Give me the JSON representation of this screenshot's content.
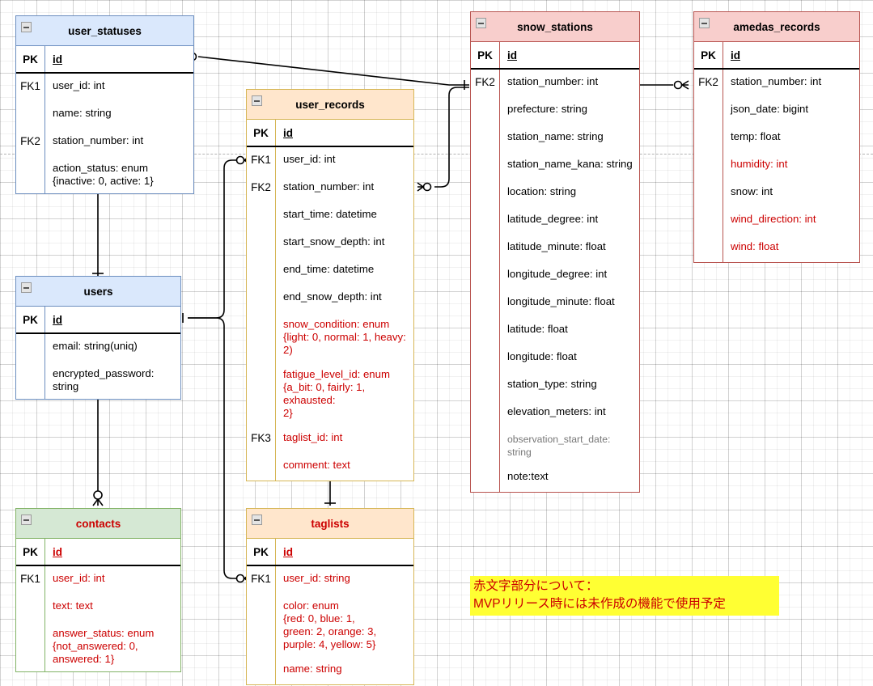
{
  "diagram": {
    "type": "er-diagram",
    "title": "",
    "colors": {
      "blue_fill": "#dae8fc",
      "blue_stroke": "#6c8ebf",
      "orange_fill": "#ffe6cc",
      "orange_stroke": "#d6b656",
      "red_fill": "#f8cecc",
      "red_stroke": "#b85450",
      "green_fill": "#d5e8d4",
      "green_stroke": "#82b366",
      "note_fill": "#ffff33",
      "note_text": "#cc0000",
      "attr_red": "#cc0000",
      "attr_muted": "#777777"
    }
  },
  "entities": [
    {
      "id": "user_statuses",
      "name": "user_statuses",
      "color": "blue",
      "pk_label": "PK",
      "pk_field": "id",
      "attributes": [
        {
          "key": "FK1",
          "text": "user_id: int",
          "style": "normal"
        },
        {
          "key": "",
          "text": "name: string",
          "style": "normal"
        },
        {
          "key": "FK2",
          "text": "station_number: int",
          "style": "normal"
        },
        {
          "key": "",
          "text": "action_status: enum\n{inactive: 0, active: 1}",
          "style": "normal"
        }
      ]
    },
    {
      "id": "users",
      "name": "users",
      "color": "blue",
      "pk_label": "PK",
      "pk_field": "id",
      "attributes": [
        {
          "key": "",
          "text": "email: string(uniq)",
          "style": "normal"
        },
        {
          "key": "",
          "text": "encrypted_password: string",
          "style": "normal"
        }
      ]
    },
    {
      "id": "contacts",
      "name": "contacts",
      "color": "green",
      "title_red": true,
      "pk_label": "PK",
      "pk_field": "id",
      "pk_red": true,
      "attributes": [
        {
          "key": "FK1",
          "text": "user_id: int",
          "style": "red"
        },
        {
          "key": "",
          "text": "text: text",
          "style": "red"
        },
        {
          "key": "",
          "text": "answer_status: enum\n{not_answered: 0,\nanswered: 1}",
          "style": "red"
        }
      ]
    },
    {
      "id": "user_records",
      "name": "user_records",
      "color": "orange",
      "pk_label": "PK",
      "pk_field": "id",
      "attributes": [
        {
          "key": "FK1",
          "text": "user_id: int",
          "style": "normal"
        },
        {
          "key": "FK2",
          "text": "station_number: int",
          "style": "normal"
        },
        {
          "key": "",
          "text": "start_time: datetime",
          "style": "normal"
        },
        {
          "key": "",
          "text": "start_snow_depth: int",
          "style": "normal"
        },
        {
          "key": "",
          "text": "end_time: datetime",
          "style": "normal"
        },
        {
          "key": "",
          "text": "end_snow_depth: int",
          "style": "normal"
        },
        {
          "key": "",
          "text": "snow_condition: enum\n{light: 0, normal: 1, heavy: 2)",
          "style": "red"
        },
        {
          "key": "",
          "text": "fatigue_level_id: enum\n{a_bit: 0, fairly: 1, exhausted:\n2}",
          "style": "red"
        },
        {
          "key": "FK3",
          "text": "taglist_id: int",
          "style": "red"
        },
        {
          "key": "",
          "text": "comment: text",
          "style": "red"
        }
      ]
    },
    {
      "id": "taglists",
      "name": "taglists",
      "color": "orange",
      "title_red": true,
      "pk_label": "PK",
      "pk_field": "id",
      "pk_red": true,
      "attributes": [
        {
          "key": "FK1",
          "text": "user_id: string",
          "style": "red"
        },
        {
          "key": "",
          "text": "color: enum\n{red: 0, blue: 1,\ngreen: 2, orange: 3,\npurple: 4, yellow: 5}",
          "style": "red"
        },
        {
          "key": "",
          "text": "name: string",
          "style": "red"
        }
      ]
    },
    {
      "id": "snow_stations",
      "name": "snow_stations",
      "color": "red",
      "pk_label": "PK",
      "pk_field": "id",
      "attributes": [
        {
          "key": "FK2",
          "text": "station_number: int",
          "style": "normal"
        },
        {
          "key": "",
          "text": "prefecture: string",
          "style": "normal"
        },
        {
          "key": "",
          "text": "station_name: string",
          "style": "normal"
        },
        {
          "key": "",
          "text": "station_name_kana: string",
          "style": "normal"
        },
        {
          "key": "",
          "text": "location: string",
          "style": "normal"
        },
        {
          "key": "",
          "text": "latitude_degree: int",
          "style": "normal"
        },
        {
          "key": "",
          "text": "latitude_minute: float",
          "style": "normal"
        },
        {
          "key": "",
          "text": "longitude_degree: int",
          "style": "normal"
        },
        {
          "key": "",
          "text": "longitude_minute: float",
          "style": "normal"
        },
        {
          "key": "",
          "text": "latitude: float",
          "style": "normal"
        },
        {
          "key": "",
          "text": "longitude: float",
          "style": "normal"
        },
        {
          "key": "",
          "text": "station_type: string",
          "style": "normal"
        },
        {
          "key": "",
          "text": "elevation_meters: int",
          "style": "normal"
        },
        {
          "key": "",
          "text": "observation_start_date:\nstring",
          "style": "muted"
        },
        {
          "key": "",
          "text": "note:text",
          "style": "normal"
        }
      ]
    },
    {
      "id": "amedas_records",
      "name": "amedas_records",
      "color": "red",
      "pk_label": "PK",
      "pk_field": "id",
      "attributes": [
        {
          "key": "FK2",
          "text": "station_number: int",
          "style": "normal"
        },
        {
          "key": "",
          "text": "json_date: bigint",
          "style": "normal"
        },
        {
          "key": "",
          "text": "temp: float",
          "style": "normal"
        },
        {
          "key": "",
          "text": "humidity: int",
          "style": "red"
        },
        {
          "key": "",
          "text": "snow: int",
          "style": "normal"
        },
        {
          "key": "",
          "text": "wind_direction: int",
          "style": "red"
        },
        {
          "key": "",
          "text": "wind: float",
          "style": "red"
        }
      ]
    }
  ],
  "relationships": [
    {
      "from": "user_statuses.id",
      "to": "snow_stations.station_number",
      "from_card": "zero-or-many",
      "to_card": "one"
    },
    {
      "from": "user_statuses",
      "to": "users",
      "from_card": "one",
      "to_card": "one"
    },
    {
      "from": "users.id",
      "to": "user_records.user_id",
      "from_card": "one",
      "to_card": "zero-or-many"
    },
    {
      "from": "users.id",
      "to": "taglists.user_id",
      "from_card": "one",
      "to_card": "zero-or-many"
    },
    {
      "from": "users",
      "to": "contacts",
      "from_card": "one",
      "to_card": "zero-or-many"
    },
    {
      "from": "user_records.station_number",
      "to": "snow_stations.station_number",
      "from_card": "zero-or-many",
      "to_card": "one"
    },
    {
      "from": "user_records",
      "to": "taglists",
      "from_card": "zero-or-many",
      "to_card": "one"
    },
    {
      "from": "snow_stations.station_number",
      "to": "amedas_records.station_number",
      "from_card": "one",
      "to_card": "zero-or-many"
    }
  ],
  "note": {
    "text": "赤文字部分について：\nMVPリリース時には未作成の機能で使用予定"
  }
}
